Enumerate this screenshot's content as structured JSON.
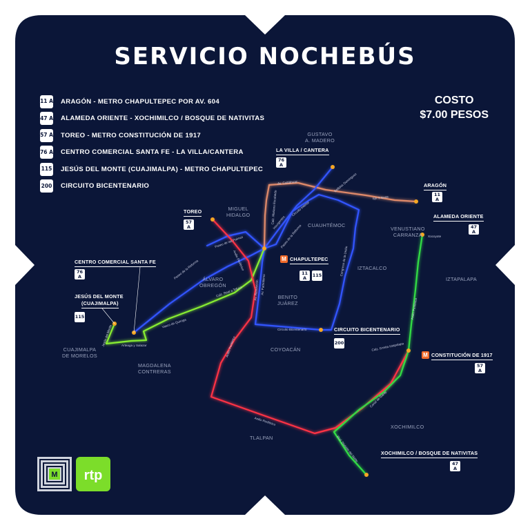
{
  "title": "SERVICIO NOCHEBÚS",
  "cost": {
    "line1": "COSTO",
    "line2": "$7.00 PESOS"
  },
  "colors": {
    "background": "#0b1638",
    "route_11A": "#3355ff",
    "route_47A": "#33dd44",
    "route_57A": "#ff3344",
    "route_76A": "#3355ff",
    "route_115": "#88ee33",
    "route_200": "#3f4dff",
    "route_orange": "#e08a6a",
    "terminal_dot": "#f5a623"
  },
  "legend": [
    {
      "badge": "11 A",
      "text": "ARAGÓN - METRO CHAPULTEPEC POR AV. 604"
    },
    {
      "badge": "47 A",
      "text": "ALAMEDA ORIENTE - XOCHIMILCO / BOSQUE DE NATIVITAS"
    },
    {
      "badge": "57 A",
      "text": "TOREO - METRO CONSTITUCIÓN DE 1917"
    },
    {
      "badge": "76 A",
      "text": "CENTRO COMERCIAL SANTA FE - LA VILLA/CANTERA"
    },
    {
      "badge": "115",
      "text": "JESÚS DEL MONTE (CUAJIMALPA) - METRO CHAPULTEPEC"
    },
    {
      "badge": "200",
      "text": "CIRCUITO BICENTENARIO"
    }
  ],
  "terminals": {
    "la_villa": {
      "label": "LA VILLA / CANTERA",
      "badge": "76 A"
    },
    "aragon": {
      "label": "ARAGÓN",
      "badge": "11 A"
    },
    "toreo": {
      "label": "TOREO",
      "badge": "57 A"
    },
    "alameda": {
      "label": "ALAMEDA ORIENTE",
      "badge": "47 A"
    },
    "santa_fe": {
      "label": "CENTRO COMERCIAL SANTA FE",
      "badge": "76 A"
    },
    "jesus_monte": {
      "label": "JESÚS DEL MONTE",
      "label2": "(CUAJIMALPA)",
      "badge": "115"
    },
    "chapultepec": {
      "label": "CHAPULTEPEC",
      "badge1": "11 A",
      "badge2": "115"
    },
    "circuito": {
      "label": "CIRCUITO BICENTENARIO",
      "badge": "200"
    },
    "constitucion": {
      "label": "CONSTITUCIÓN DE 1917",
      "badge": "57 A"
    },
    "xochimilco": {
      "label": "XOCHIMILCO / BOSQUE DE NATIVITAS",
      "badge": "47 A"
    }
  },
  "districts": {
    "gustavo": "GUSTAVO\nA. MADERO",
    "miguel": "MIGUEL\nHIDALGO",
    "cuauhtemoc": "CUAUHTÉMOC",
    "venustiano": "VENUSTIANO\nCARRANZA",
    "alvaro": "ÁLVARO\nOBREGÓN",
    "benito": "BENITO\nJUÁREZ",
    "iztacalco": "IZTACALCO",
    "iztapalapa": "IZTAPALAPA",
    "cuajimalpa": "CUAJIMALPA\nDE MORELOS",
    "magdalena": "MAGDALENA\nCONTRERAS",
    "coyoacan": "COYOACÁN",
    "xochimilco": "XOCHIMILCO",
    "tlalpan": "TLALPAN"
  },
  "streets": {
    "cuitlahuac": "Av. Cuitláhuac",
    "eje3norte": "Eje 3 Norte",
    "bellidos": "Bellidos Domínguez",
    "xocoyote": "Xocoyote",
    "perif_izt": "Anillo Periférico",
    "ermita": "Calz. Ermita Iztapalapa",
    "canal": "Canal de Garay",
    "prol_division": "Prol. División del Norte",
    "perif_sur": "Anillo Periférico",
    "perif_sur2": "Anillo Periférico",
    "circuito_bic": "Circuito Bicentenario",
    "reforma_west": "Paseo de la Reforma",
    "reforma_center": "Paseo de la Reforma",
    "palmas": "Paseo de las Palmas",
    "perif_mh": "Anillo Periférico",
    "revolucion": "Av. Revolución",
    "patriotismo": "Av. Patriotismo",
    "tacubaya": "Calz. Real a Toluca",
    "quiroga": "Vasco de Quiroga",
    "arteaga": "Arteaga y Salazar",
    "jesus_monte_st": "Jesús del Monte",
    "mariano": "Calz. Mariano Escobedo",
    "insurgentes": "Insurgentes",
    "congreso": "Congreso de la Unión",
    "circuito_int": "Circuito Interior"
  },
  "logos": {
    "rtp": "rtp"
  }
}
